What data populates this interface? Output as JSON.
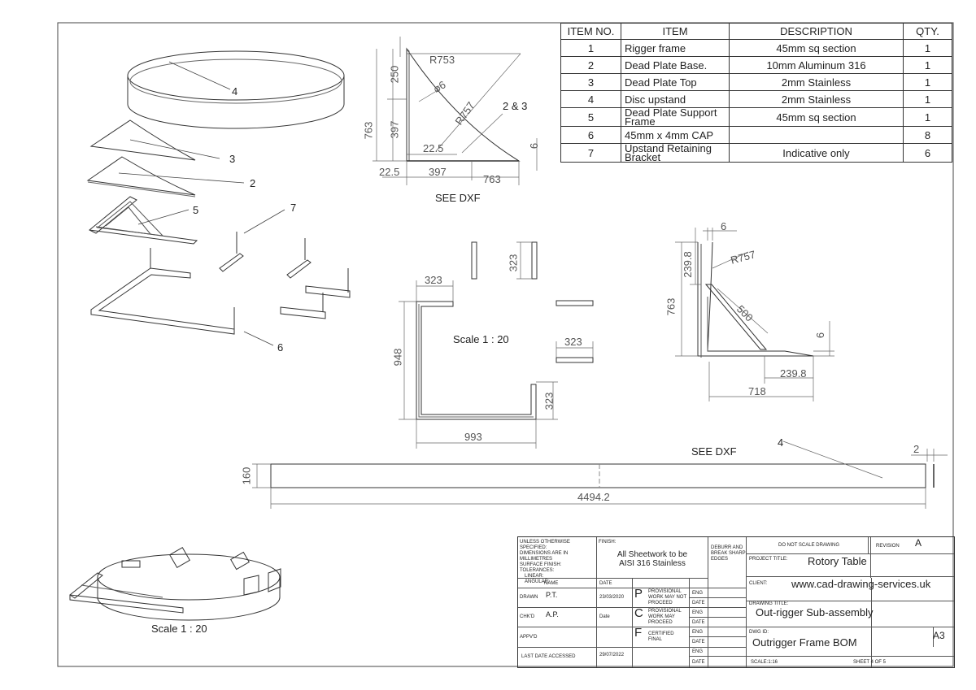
{
  "bom": {
    "headers": {
      "no": "ITEM NO.",
      "item": "ITEM",
      "desc": "DESCRIPTION",
      "qty": "QTY."
    },
    "rows": [
      {
        "no": "1",
        "item": "Rigger frame",
        "desc": "45mm sq section",
        "qty": "1"
      },
      {
        "no": "2",
        "item": "Dead Plate Base.",
        "desc": "10mm Aluminum 316",
        "qty": "1"
      },
      {
        "no": "3",
        "item": "Dead Plate Top",
        "desc": "2mm Stainless",
        "qty": "1"
      },
      {
        "no": "4",
        "item": "Disc upstand",
        "desc": "2mm Stainless",
        "qty": "1"
      },
      {
        "no": "5",
        "item": "Dead Plate Support Frame",
        "desc": "45mm sq section",
        "qty": "1"
      },
      {
        "no": "6",
        "item": "45mm x 4mm CAP",
        "desc": "",
        "qty": "8"
      },
      {
        "no": "7",
        "item": "Upstand Retaining Bracket",
        "desc": "Indicative only",
        "qty": "6"
      }
    ]
  },
  "callouts": {
    "c1": "4",
    "c2": "3",
    "c3": "2",
    "c4": "5",
    "c5": "7",
    "c6": "6",
    "c7": "2 & 3",
    "c8": "4"
  },
  "dims": {
    "plate": {
      "r753": "R753",
      "r757": "R757",
      "phi6": "⌀6",
      "d250": "250",
      "d763v": "763",
      "d397v": "397",
      "d22a": "22.5",
      "d22b": "22.5",
      "d397h": "397",
      "d763h": "763",
      "d6": "6"
    },
    "frame": {
      "d323a": "323",
      "d323b": "323",
      "d323c": "323",
      "d323d": "323",
      "d948": "948",
      "d993": "993"
    },
    "side": {
      "d6": "6",
      "d239v": "239.8",
      "r757": "R757",
      "d763": "763",
      "d500": "500",
      "d6b": "6",
      "d239h": "239.8",
      "d718": "718"
    },
    "strip": {
      "d160": "160",
      "d4494": "4494.2",
      "d2": "2"
    }
  },
  "notes": {
    "see_dxf_1": "SEE DXF",
    "see_dxf_2": "SEE DXF",
    "scale_1": "Scale 1 : 20",
    "scale_2": "Scale 1 : 20"
  },
  "title_block": {
    "unless": "UNLESS OTHERWISE SPECIFIED:",
    "dims_mm": "DIMENSIONS ARE IN MILLIMETRES",
    "surface": "SURFACE FINISH:",
    "tolerances": "TOLERANCES:",
    "linear": "LINEAR:",
    "angular": "ANGULAR:",
    "finish_label": "FINISH:",
    "finish_line1": "All Sheetwork to be",
    "finish_line2": "AISI 316 Stainless",
    "deburr_1": "DEBURR AND",
    "deburr_2": "BREAK SHARP",
    "deburr_3": "EDGES",
    "do_not_scale": "DO NOT SCALE DRAWING",
    "revision_label": "REVISION",
    "revision": "A",
    "project_label": "PROJECT TITLE:",
    "project": "Rotory Table",
    "client_label": "CLIENT:",
    "client": "www.cad-drawing-services.uk",
    "drawing_title_label": "DRAWING TITLE:",
    "drawing_title": "Out-rigger Sub-assembly",
    "dwg_id_label": "DWG ID:",
    "dwg_id": "Outrigger Frame BOM",
    "size": "A3",
    "scale": "SCALE:1:16",
    "sheet": "SHEET 4 OF 5",
    "name_label": "NAME",
    "date_label": "DATE",
    "drawn_label": "DRAWN",
    "drawn_name": "P.T.",
    "drawn_date": "23/03/2020",
    "chkd_label": "CHK'D",
    "chkd_name": "A.P.",
    "chkd_date": "Date",
    "appvd_label": "APPV'D",
    "last_accessed_label": "LAST DATE ACCESSED",
    "last_accessed": "29/07/2022",
    "p": "P",
    "p_text_1": "PROVISIONAL",
    "p_text_2": "WORK MAY NOT",
    "p_text_3": "PROCEED",
    "c": "C",
    "c_text_1": "PROVISIONAL",
    "c_text_2": "WORK MAY",
    "c_text_3": "PROCEED",
    "f": "F",
    "f_text_1": "CERTIFIED",
    "f_text_2": "FINAL",
    "eng": "ENG",
    "date_small": "DATE"
  }
}
